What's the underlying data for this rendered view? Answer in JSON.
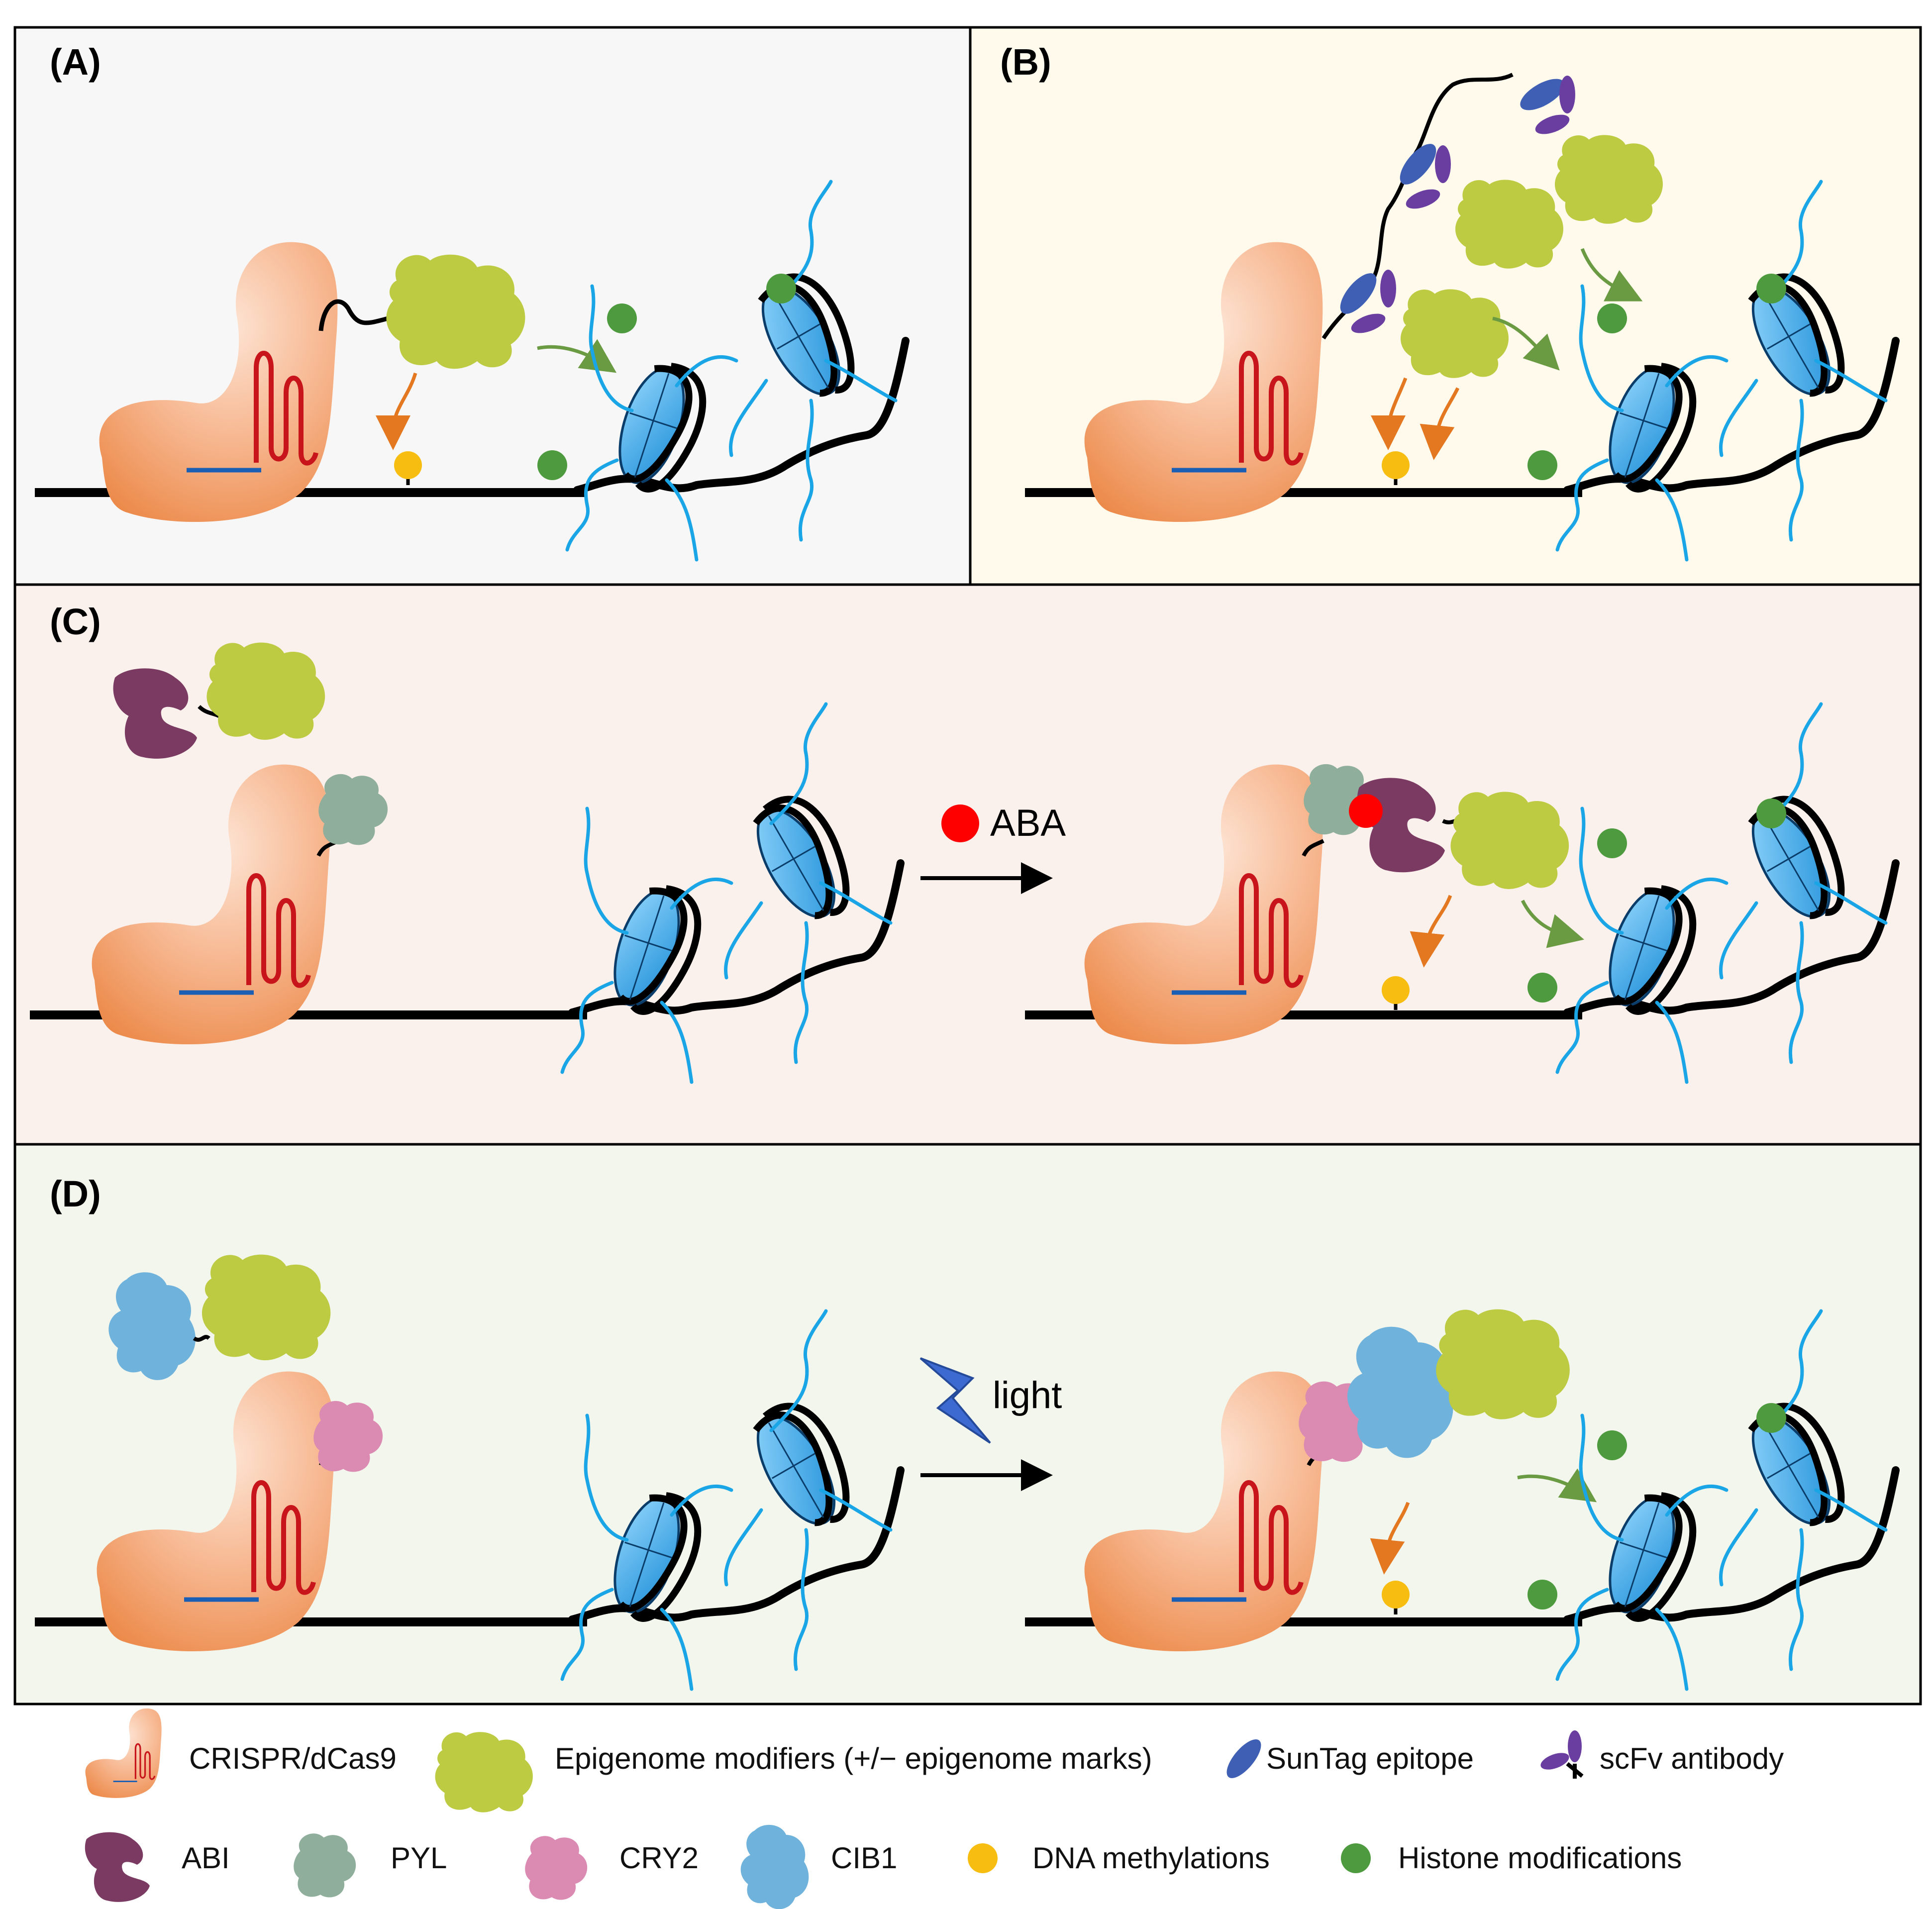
{
  "panels": [
    {
      "label": "(A)",
      "bg": "#f7f7f7"
    },
    {
      "label": "(B)",
      "bg": "#fffaec"
    },
    {
      "label": "(C)",
      "bg": "#fbf1ec"
    },
    {
      "label": "(D)",
      "bg": "#f2f6ec"
    }
  ],
  "stimuli": {
    "aba": "ABA",
    "light": "light"
  },
  "legend": {
    "crispr": "CRISPR/dCas9",
    "epi": "Epigenome modifiers (+/− epigenome marks)",
    "suntag": "SunTag epitope",
    "scfv": "scFv antibody",
    "abi": "ABI",
    "pyl": "PYL",
    "cry2": "CRY2",
    "cib1": "CIB1",
    "dna_meth": "DNA methylations",
    "histone": "Histone modifications"
  },
  "colors": {
    "dcas9": "#f0a06a",
    "epigenome_modifier": "#bccb42",
    "suntag": "#3e5fb4",
    "scfv": "#6a3ea0",
    "abi": "#7a3a62",
    "pyl": "#8fae9c",
    "cry2": "#db8ab2",
    "cib1": "#6fb2dc",
    "dna_methylation": "#f7bd10",
    "histone_mod": "#4e9a3e",
    "nucleosome": "#2a9ee0",
    "histone_tail": "#1aa6e6",
    "methyl_arrow": "#e47820",
    "histone_arrow": "#6a9a42",
    "aba_dot": "#ff0000",
    "lightning": "#3c6ad0"
  }
}
